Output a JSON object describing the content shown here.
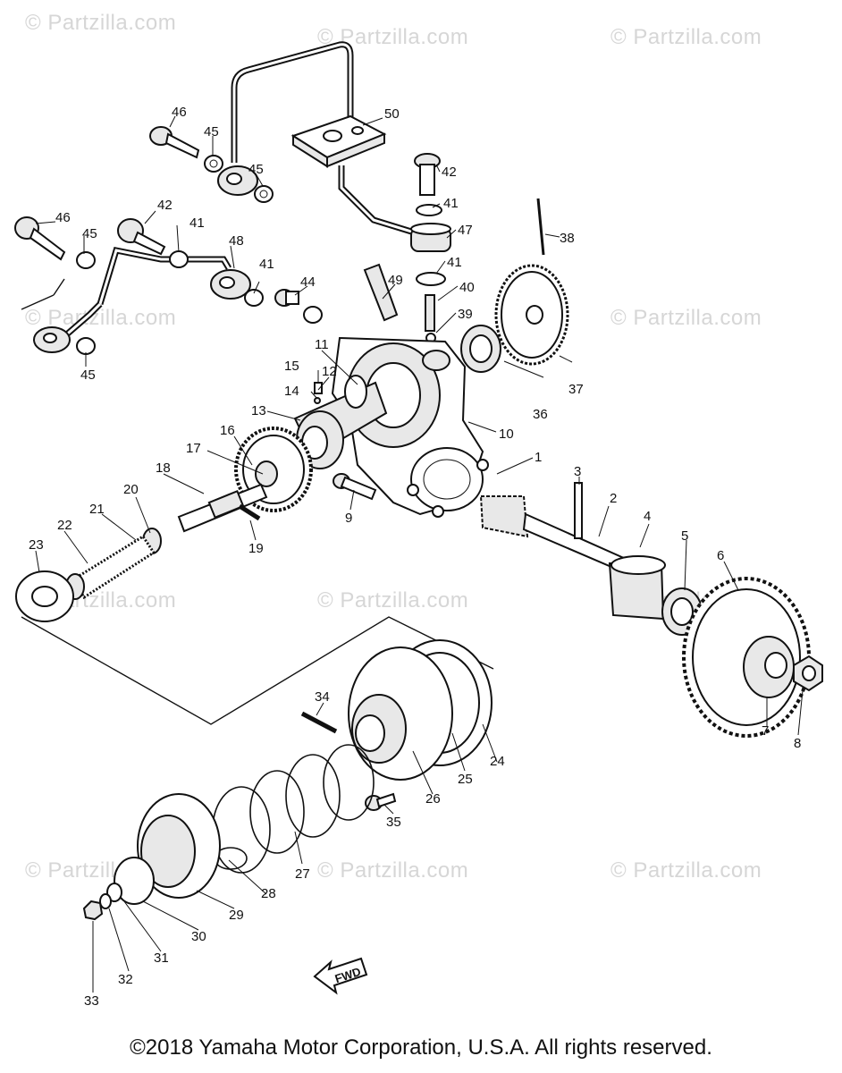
{
  "watermark": "© Partzilla.com",
  "fwd_label": "FWD",
  "copyright": "©2018  Yamaha Motor Corporation, U.S.A. All rights reserved.",
  "callouts": [
    "1",
    "2",
    "3",
    "4",
    "5",
    "6",
    "7",
    "8",
    "9",
    "10",
    "11",
    "12",
    "13",
    "14",
    "15",
    "16",
    "17",
    "18",
    "19",
    "20",
    "21",
    "22",
    "23",
    "24",
    "25",
    "26",
    "27",
    "28",
    "29",
    "30",
    "31",
    "32",
    "33",
    "34",
    "35",
    "36",
    "37",
    "38",
    "39",
    "40",
    "41",
    "41",
    "41",
    "41",
    "42",
    "42",
    "44",
    "45",
    "45",
    "45",
    "45",
    "46",
    "46",
    "47",
    "48",
    "49",
    "50"
  ]
}
